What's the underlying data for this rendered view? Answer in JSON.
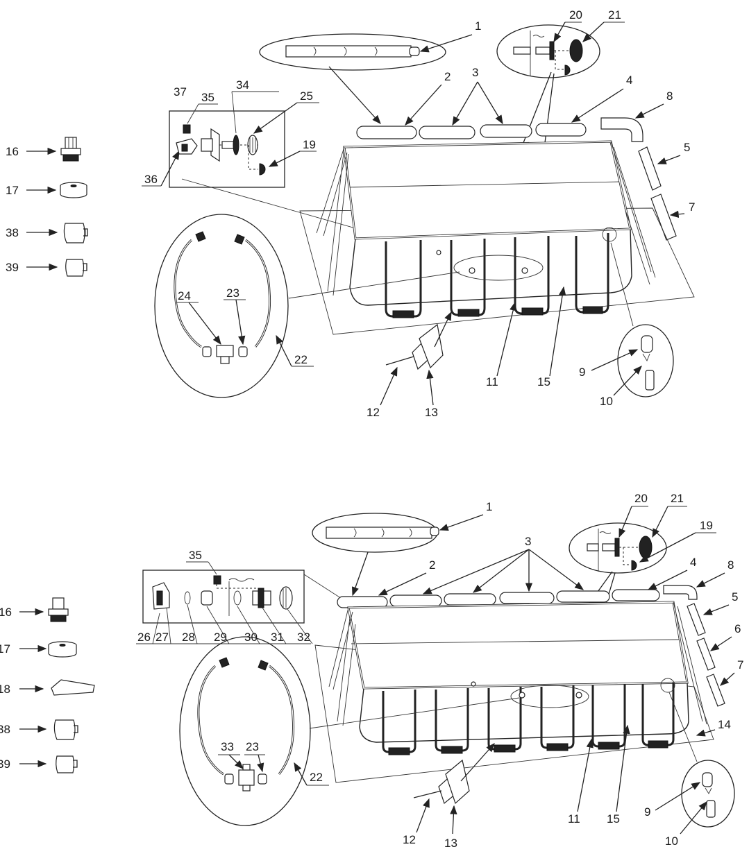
{
  "diagram_1": {
    "labels": {
      "p1": "1",
      "p2": "2",
      "p3": "3",
      "p4": "4",
      "p5": "5",
      "p7": "7",
      "p8": "8",
      "p9": "9",
      "p10": "10",
      "p11": "11",
      "p12": "12",
      "p13": "13",
      "p15": "15",
      "p16": "16",
      "p17": "17",
      "p19": "19",
      "p20": "20",
      "p21": "21",
      "p22": "22",
      "p23": "23",
      "p24": "24",
      "p25": "25",
      "p34": "34",
      "p35": "35",
      "p36": "36",
      "p37": "37",
      "p38": "38",
      "p39": "39"
    }
  },
  "diagram_2": {
    "labels": {
      "p1": "1",
      "p2": "2",
      "p3": "3",
      "p4": "4",
      "p5": "5",
      "p6": "6",
      "p7": "7",
      "p8": "8",
      "p9": "9",
      "p10": "10",
      "p11": "11",
      "p12": "12",
      "p13": "13",
      "p14": "14",
      "p15": "15",
      "p16": "16",
      "p17": "17",
      "p18": "18",
      "p19": "19",
      "p20": "20",
      "p21": "21",
      "p22": "22",
      "p23": "23",
      "p26": "26",
      "p27": "27",
      "p28": "28",
      "p29": "29",
      "p30": "30",
      "p31": "31",
      "p32": "32",
      "p33": "33",
      "p35": "35",
      "p38": "38",
      "p39": "39"
    }
  }
}
